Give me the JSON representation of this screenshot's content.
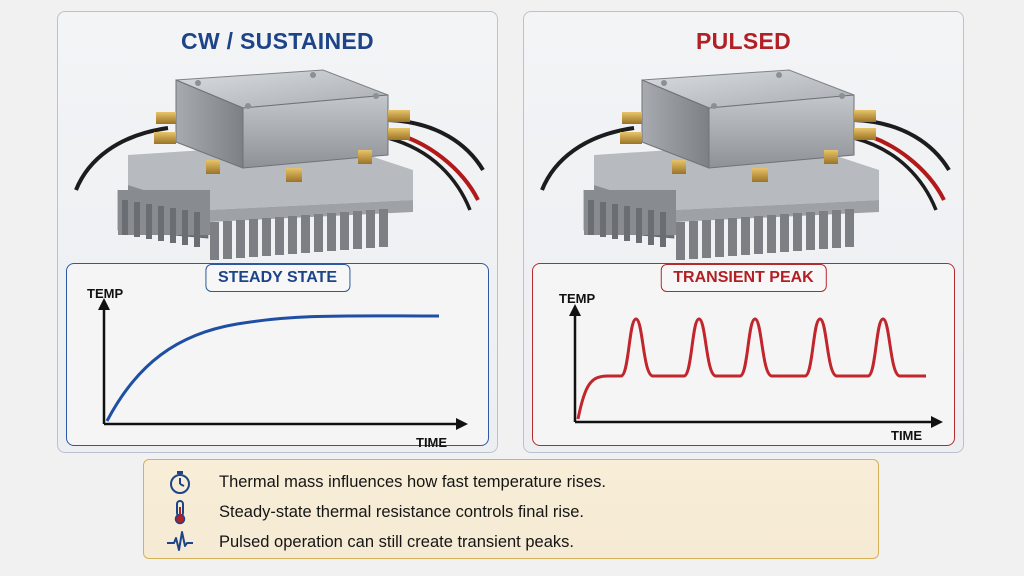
{
  "panels": {
    "cw": {
      "title": "CW / SUSTAINED",
      "graph_label": "STEADY STATE",
      "y_axis_label": "TEMP",
      "x_axis_label": "TIME",
      "curve_color": "#1f4fa3"
    },
    "pulsed": {
      "title": "PULSED",
      "graph_label": "TRANSIENT PEAK",
      "y_axis_label": "TEMP",
      "x_axis_label": "TIME",
      "curve_color": "#c0262b"
    }
  },
  "notes": [
    {
      "icon": "stopwatch-icon",
      "text": "Thermal mass influences how fast temperature rises."
    },
    {
      "icon": "thermometer-icon",
      "text": "Steady-state thermal resistance controls final rise."
    },
    {
      "icon": "pulse-icon",
      "text": "Pulsed operation can still create transient peaks."
    }
  ],
  "colors": {
    "cw_accent": "#1d4488",
    "pulsed_accent": "#b21f24",
    "notes_border": "#d7b15a",
    "notes_background": "#f7ecd6"
  }
}
